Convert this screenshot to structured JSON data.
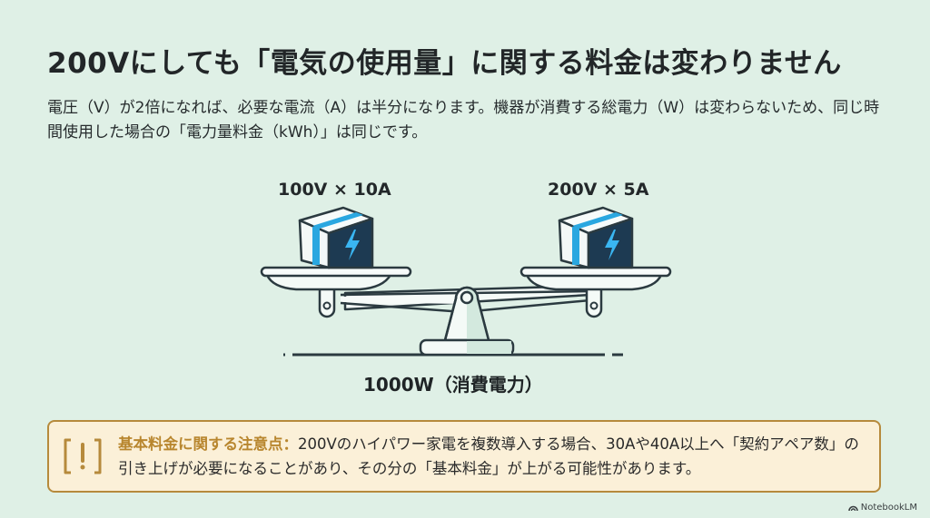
{
  "slide": {
    "title": "200Vにしても「電気の使用量」に関する料金は変わりません",
    "description": "電圧（V）が2倍になれば、必要な電流（A）は半分になります。機器が消費する総電力（W）は変わらないため、同じ時間使用した場合の「電力量料金（kWh）」は同じです。",
    "background_color": "#dff0e6"
  },
  "scale": {
    "left_pan": {
      "label": "100V × 10A",
      "icon": "appliance-box-lightning-icon"
    },
    "right_pan": {
      "label": "200V × 5A",
      "icon": "appliance-box-lightning-icon"
    },
    "balance_label": "1000W（消費電力）",
    "accent_color": "#2aa7e0",
    "outline_color": "#2b3a40"
  },
  "notice": {
    "icon": "exclamation-bracket-icon",
    "heading": "基本料金に関する注意点：",
    "body": "200Vのハイパワー家電を複数導入する場合、30Aや40A以上へ「契約アペア数」の引き上げが必要になることがあり、その分の「基本料金」が上がる可能性があります。",
    "border_color": "#b68a3c",
    "background_color": "#fbf0d8",
    "heading_color": "#b8862e"
  },
  "branding": {
    "label": "NotebookLM"
  }
}
